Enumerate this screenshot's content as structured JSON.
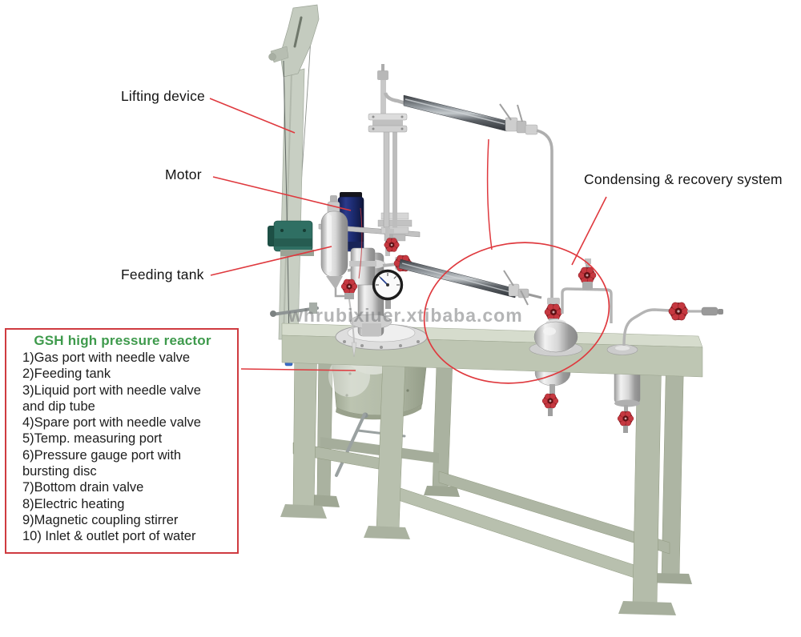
{
  "annotations": {
    "lifting_device": "Lifting device",
    "motor": "Motor",
    "feeding_tank": "Feeding tank",
    "condensing_recovery": "Condensing & recovery system"
  },
  "parts_box": {
    "title": "GSH high pressure reactor",
    "items": [
      "1)Gas port with needle valve",
      "2)Feeding tank",
      "3)Liquid port with needle valve\nand dip tube",
      "4)Spare port with needle valve",
      "5)Temp. measuring port",
      "6)Pressure gauge port with\nbursting disc",
      "7)Bottom drain valve",
      "8)Electric heating",
      "9)Magnetic coupling stirrer",
      "10) Inlet & outlet port of water"
    ]
  },
  "watermark": {
    "text": "whrubixiuer.xtibaba.com"
  },
  "colors": {
    "annotation_red": "#df393e",
    "box_border_red": "#cf3b40",
    "title_green": "#3e9a4c",
    "frame_green": "#bcc4b1",
    "motor_blue": "#1e2d6e",
    "valve_red": "#b2262d"
  }
}
